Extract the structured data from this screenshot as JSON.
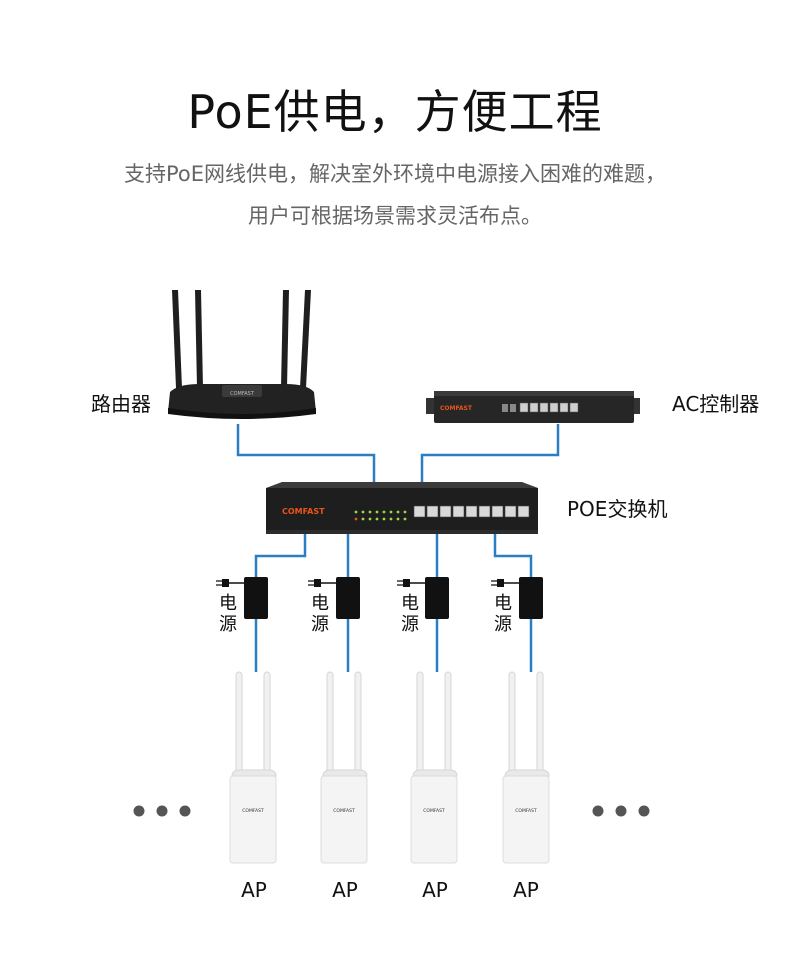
{
  "header": {
    "title": "PoE供电，方便工程",
    "subtitle_line1": "支持PoE网线供电，解决室外环境中电源接入困难的难题，",
    "subtitle_line2": "用户可根据场景需求灵活布点。"
  },
  "diagram": {
    "router": {
      "label": "路由器",
      "brand": "COMFAST"
    },
    "ac_controller": {
      "label": "AC控制器",
      "brand": "COMFAST"
    },
    "poe_switch": {
      "label": "POE交换机",
      "brand": "COMFAST"
    },
    "power_supplies": [
      {
        "label_top": "电",
        "label_bottom": "源"
      },
      {
        "label_top": "电",
        "label_bottom": "源"
      },
      {
        "label_top": "电",
        "label_bottom": "源"
      },
      {
        "label_top": "电",
        "label_bottom": "源"
      }
    ],
    "access_points": [
      {
        "label": "AP",
        "brand": "COMFAST"
      },
      {
        "label": "AP",
        "brand": "COMFAST"
      },
      {
        "label": "AP",
        "brand": "COMFAST"
      },
      {
        "label": "AP",
        "brand": "COMFAST"
      }
    ],
    "colors": {
      "cable": "#2a7fc4",
      "device_dark": "#1e1e1e",
      "brand_orange": "#e8551b",
      "ap_body": "#f4f4f4",
      "dots": "#555555"
    }
  }
}
